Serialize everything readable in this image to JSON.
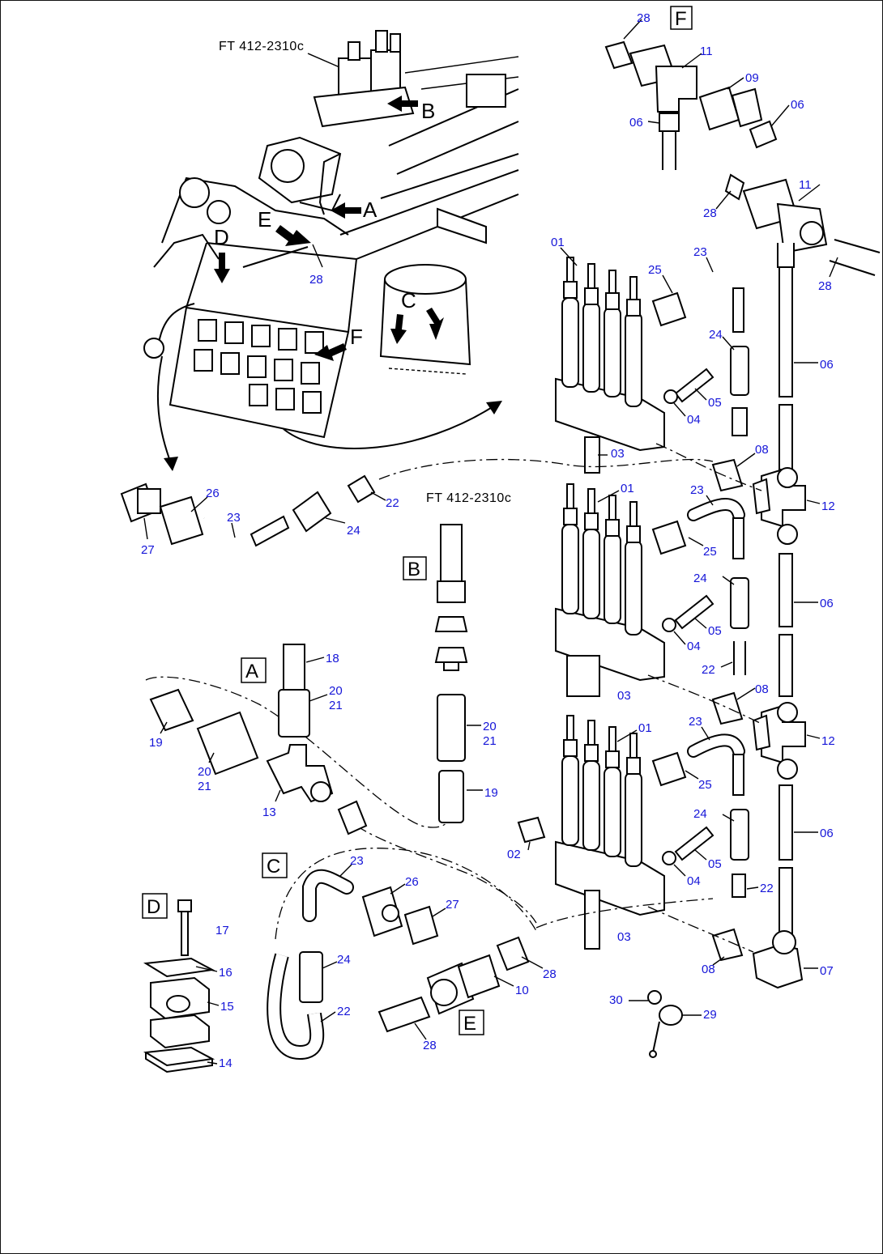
{
  "references": {
    "top": "FT 412-2310c",
    "view_b": "FT 412-2310c"
  },
  "view_labels": {
    "A": "A",
    "B": "B",
    "C": "C",
    "D": "D",
    "E": "E",
    "F": "F"
  },
  "arrow_labels": {
    "A": "A",
    "B": "B",
    "C": "C",
    "D": "D",
    "E": "E",
    "F": "F"
  },
  "callouts": {
    "c28_top": "28",
    "c11_top": "11",
    "c09": "09",
    "c06_a": "06",
    "c06_b": "06",
    "c11_right": "11",
    "c28_right_a": "28",
    "c28_right_b": "28",
    "c06_right_1": "06",
    "c28_overview": "28",
    "c01_1": "01",
    "c23_1": "23",
    "c25_1": "25",
    "c24_1": "24",
    "c05_1": "05",
    "c04_1": "04",
    "c03_1": "03",
    "c08_1": "08",
    "c12_1": "12",
    "c01_2": "01",
    "c23_2": "23",
    "c25_2": "25",
    "c24_2": "24",
    "c05_2": "05",
    "c04_2": "04",
    "c22_2": "22",
    "c03_2": "03",
    "c06_right_2": "06",
    "c08_2": "08",
    "c12_2": "12",
    "c01_3": "01",
    "c23_3": "23",
    "c25_3": "25",
    "c24_3": "24",
    "c05_3": "05",
    "c04_3": "04",
    "c22_3": "22",
    "c03_3": "03",
    "c06_right_3": "06",
    "c08_3": "08",
    "c07": "07",
    "c02": "02",
    "c26_l": "26",
    "c23_l": "23",
    "c22_l": "22",
    "c24_l": "24",
    "c27_l": "27",
    "c20_b": "20",
    "c21_b": "21",
    "c19_b": "19",
    "c18_a": "18",
    "c20_a": "20",
    "c21_a": "21",
    "c19_a": "19",
    "c20_a2": "20",
    "c21_a2": "21",
    "c13_a": "13",
    "c23_c": "23",
    "c26_c": "26",
    "c27_c": "27",
    "c24_c": "24",
    "c22_c": "22",
    "c28_e1": "28",
    "c10_e": "10",
    "c28_e2": "28",
    "c17_d": "17",
    "c16_d": "16",
    "c15_d": "15",
    "c14_d": "14",
    "c30": "30",
    "c29": "29"
  }
}
